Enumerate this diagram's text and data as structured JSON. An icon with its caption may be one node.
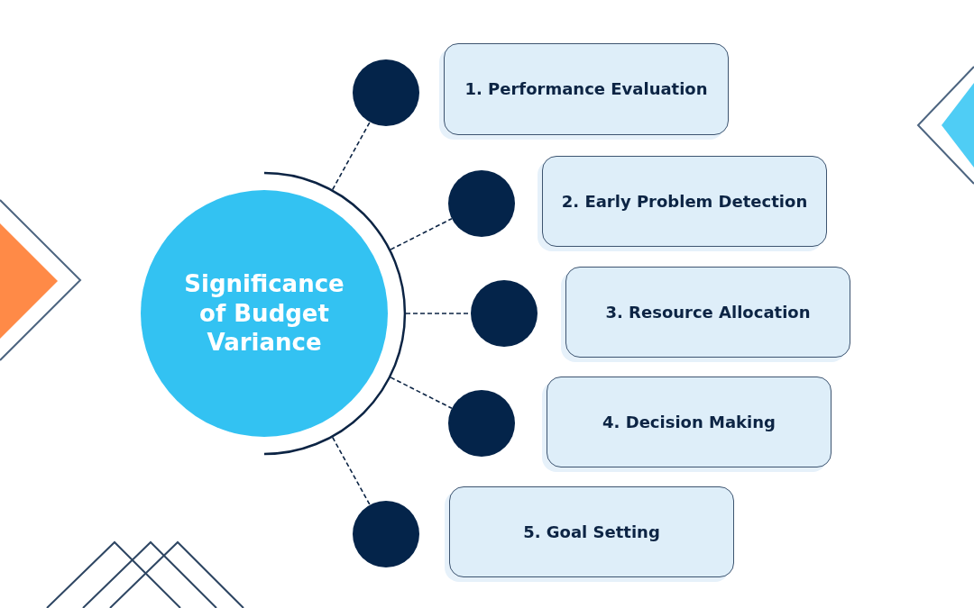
{
  "diagram": {
    "nodes": [
      {
        "text": [
          "Significance of Budget Variance"
        ]
      },
      {
        "text": [],
        "shape": "circle"
      },
      {
        "text": [],
        "shape": "circle"
      },
      {
        "text": [],
        "shape": "circle"
      },
      {
        "text": [],
        "shape": "circle"
      },
      {
        "text": [],
        "shape": "circle"
      },
      {
        "text": [
          "1. Performance Evaluation"
        ]
      },
      {
        "text": [
          "2. Early Problem Detection"
        ]
      },
      {
        "text": [
          "3. Resource Allocation"
        ]
      },
      {
        "text": [
          "4. Decision Making"
        ]
      },
      {
        "text": [
          "5. Goal Setting"
        ]
      }
    ],
    "edges": [
      {
        "from": 0,
        "to": 1,
        "arrow": "none",
        "style": "dashed"
      },
      {
        "from": 0,
        "to": 2,
        "arrow": "none",
        "style": "dashed"
      },
      {
        "from": 0,
        "to": 3,
        "arrow": "none",
        "style": "dashed"
      },
      {
        "from": 0,
        "to": 4,
        "arrow": "none",
        "style": "dashed"
      },
      {
        "from": 0,
        "to": 5,
        "arrow": "none",
        "style": "dashed"
      }
    ]
  }
}
